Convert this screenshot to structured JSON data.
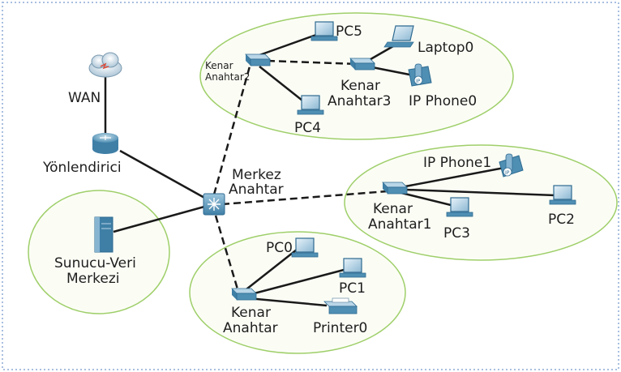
{
  "colors": {
    "border": "#a9bfe0",
    "ellipse_stroke": "#9fcf6a",
    "ellipse_fill": "#fbfdf5",
    "link": "#1a1a1a",
    "device_blue": "#4f8fb4",
    "device_light": "#b9d6e8"
  },
  "devices": {
    "wan": "WAN",
    "router": "Yönlendirici",
    "core_switch": {
      "line1": "Merkez",
      "line2": "Anahtar"
    },
    "server": {
      "line1": "Sunucu-Veri",
      "line2": "Merkezi"
    },
    "edge_switch": {
      "line1": "Kenar",
      "line2": "Anahtar"
    },
    "edge_switch1": {
      "line1": "Kenar",
      "line2": "Anahtar1"
    },
    "edge_switch2": {
      "line1": "Kenar",
      "line2": "Anahtar2"
    },
    "edge_switch3": {
      "line1": "Kenar",
      "line2": "Anahtar3"
    },
    "pc0": "PC0",
    "pc1": "PC1",
    "pc2": "PC2",
    "pc3": "PC3",
    "pc4": "PC4",
    "pc5": "PC5",
    "printer0": "Printer0",
    "laptop0": "Laptop0",
    "ip_phone0": "IP Phone0",
    "ip_phone1": "IP Phone1"
  }
}
